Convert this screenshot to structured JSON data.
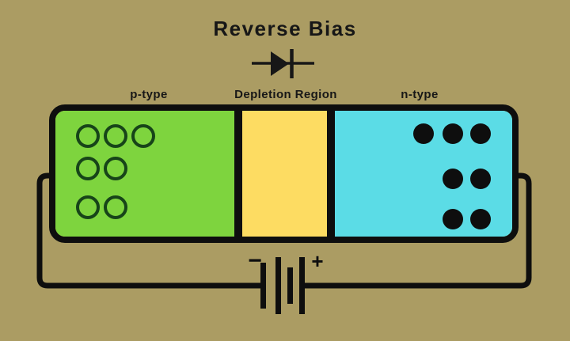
{
  "title": "Reverse Bias",
  "junction": {
    "regions": [
      {
        "id": "p-type",
        "label": "p-type",
        "carrier": "holes",
        "carrier_rows": [
          3,
          2,
          2
        ]
      },
      {
        "id": "depletion",
        "label": "Depletion Region",
        "carrier": "none",
        "carrier_rows": []
      },
      {
        "id": "n-type",
        "label": "n-type",
        "carrier": "electrons",
        "carrier_rows": [
          3,
          2,
          2
        ]
      }
    ]
  },
  "battery": {
    "negative_label": "−",
    "positive_label": "+"
  },
  "colors": {
    "background": "#ab9c63",
    "p_fill": "#7ed43e",
    "depletion_fill": "#fddc62",
    "n_fill": "#5bdce6",
    "outline": "#0e0e0e",
    "hole_stroke": "#174419",
    "text": "#171717"
  }
}
